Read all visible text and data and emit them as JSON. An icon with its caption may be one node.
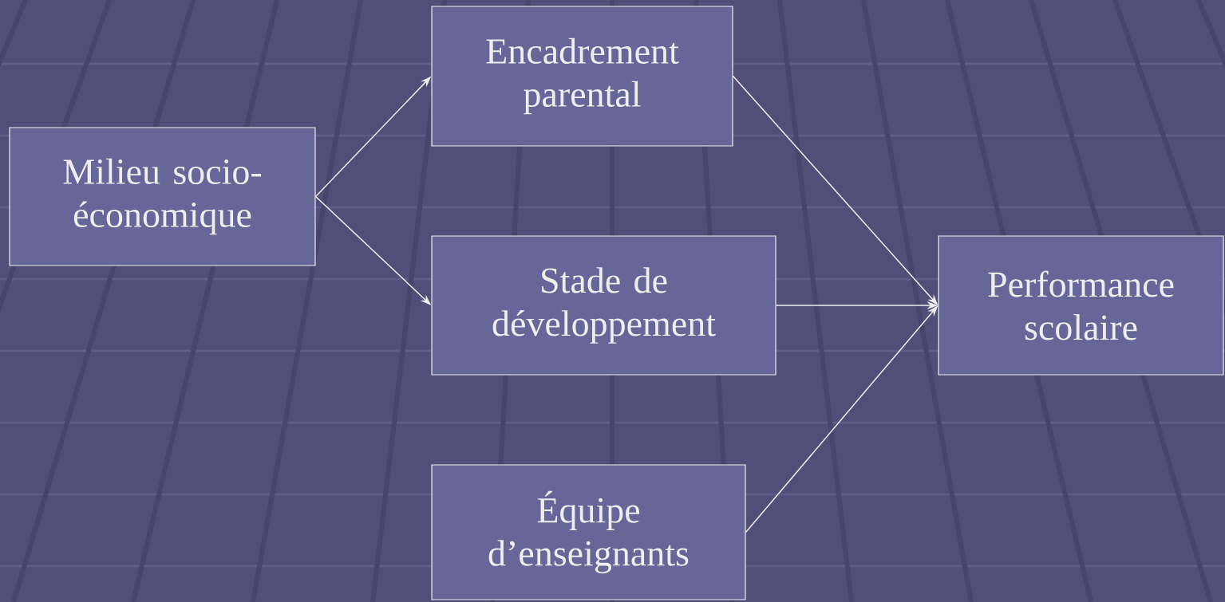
{
  "diagram": {
    "nodes": [
      {
        "text": [
          "Milieu socio-économique"
        ]
      },
      {
        "text": [
          "Encadrement parental"
        ]
      },
      {
        "text": [
          "Stade de développement"
        ]
      },
      {
        "text": [
          "Équipe d’enseignants"
        ]
      },
      {
        "text": [
          "Performance scolaire"
        ]
      }
    ],
    "edges": [
      {
        "from": 0,
        "to": 1,
        "arrow": "to"
      },
      {
        "from": 0,
        "to": 2,
        "arrow": "to"
      },
      {
        "from": 1,
        "to": 4,
        "arrow": "to"
      },
      {
        "from": 2,
        "to": 4,
        "arrow": "to"
      },
      {
        "from": 3,
        "to": 4,
        "arrow": "to"
      }
    ]
  }
}
